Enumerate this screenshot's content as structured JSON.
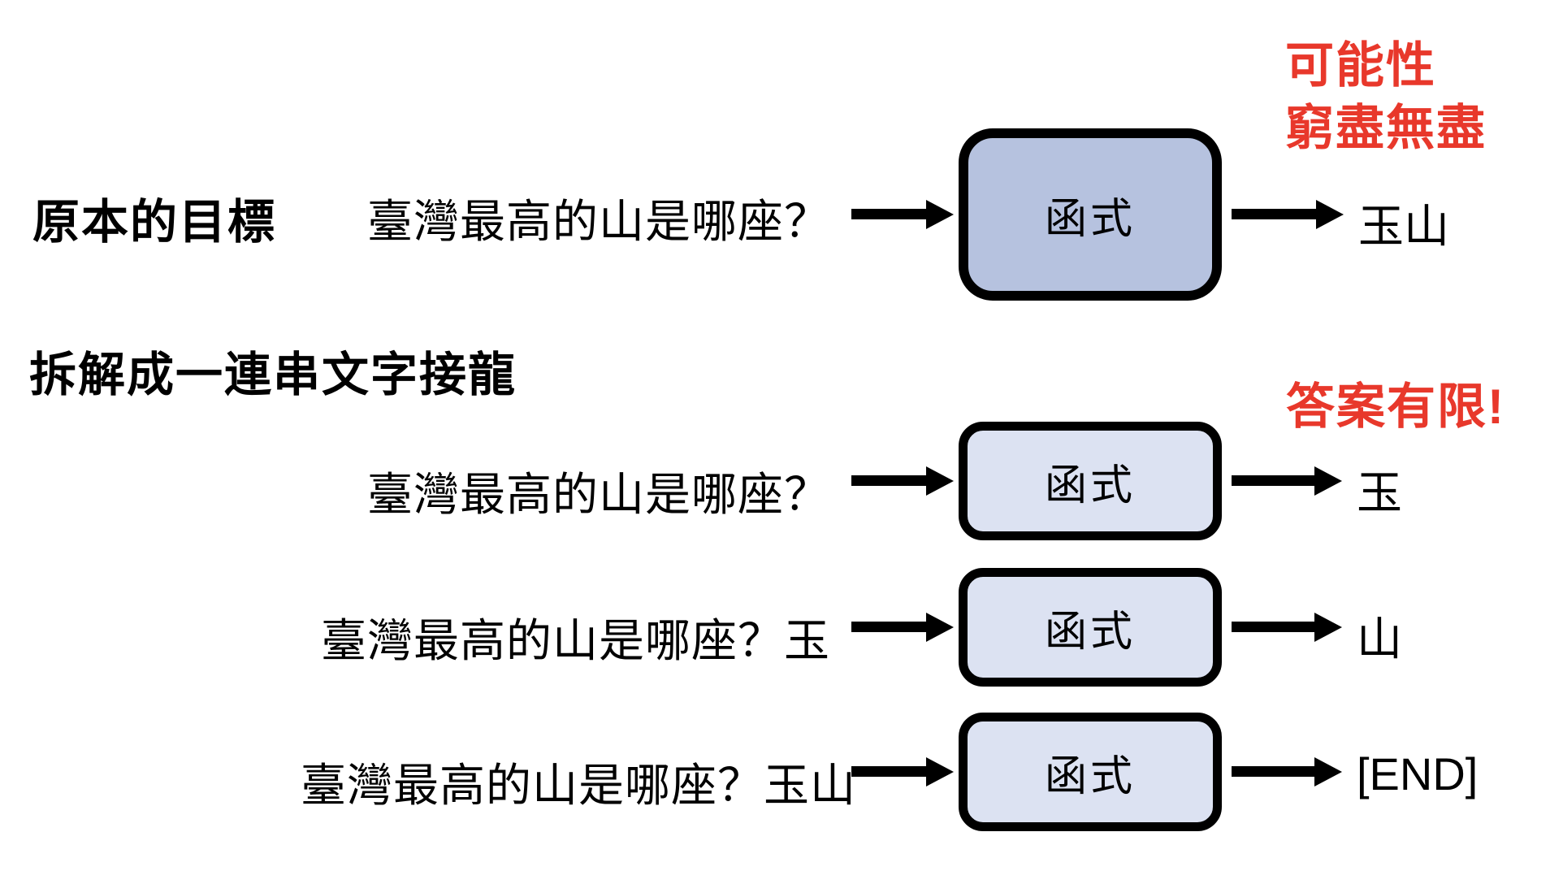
{
  "colors": {
    "background": "#ffffff",
    "text": "#000000",
    "annotation_red": "#e8382b",
    "box_primary_fill": "#b6c2df",
    "box_secondary_fill": "#dce2f2"
  },
  "diagram": {
    "section_original": {
      "heading": "原本的目標",
      "flow": {
        "input": "臺灣最高的山是哪座？",
        "box_label": "函式",
        "output": "玉山"
      },
      "annotation_line1": "可能性",
      "annotation_line2": "窮盡無盡"
    },
    "section_decomposed": {
      "heading": "拆解成一連串文字接龍",
      "annotation": "答案有限!",
      "flows": [
        {
          "input": "臺灣最高的山是哪座？",
          "box_label": "函式",
          "output": "玉"
        },
        {
          "input": "臺灣最高的山是哪座？玉",
          "box_label": "函式",
          "output": "山"
        },
        {
          "input": "臺灣最高的山是哪座？玉山",
          "box_label": "函式",
          "output": "[END]"
        }
      ]
    }
  }
}
